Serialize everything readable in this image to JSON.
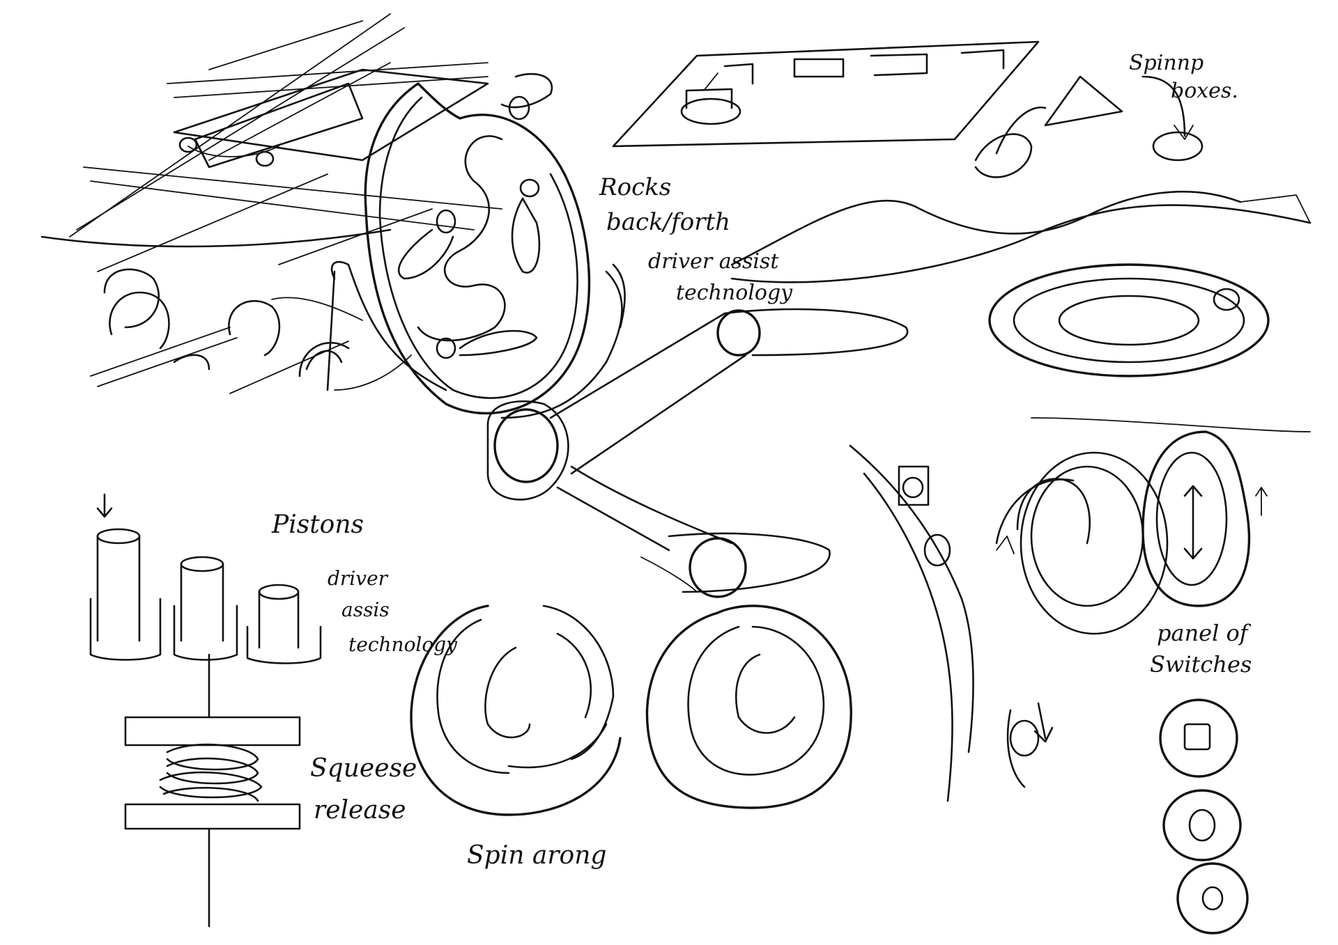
{
  "annotations": {
    "spinning_boxes": [
      "Spinnp",
      "boxes."
    ],
    "rocks_back_forth": [
      "Rocks",
      "back/forth"
    ],
    "driver_assist_upper": [
      "driver assist",
      "technology"
    ],
    "pistons": "Pistons",
    "driver_assist_lower": [
      "driver",
      "assis",
      "technology"
    ],
    "squeeze_release": [
      "Squeese",
      "release"
    ],
    "spin_around": "Spin arong",
    "panel_of_switches": [
      "panel of",
      "Switches"
    ]
  },
  "colors": {
    "paper": "#ffffff",
    "ink": "#111111"
  }
}
